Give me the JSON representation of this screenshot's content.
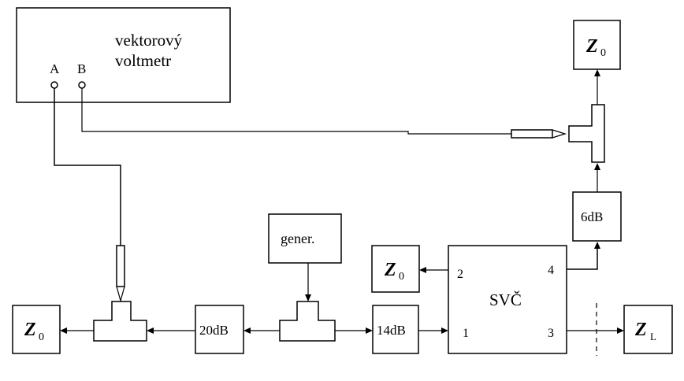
{
  "voltmeter": {
    "line1": "vektorový",
    "line2": "voltmetr",
    "port_a": "A",
    "port_b": "B"
  },
  "blocks": {
    "z0_top": {
      "main": "Z",
      "sub": "0"
    },
    "z0_mid": {
      "main": "Z",
      "sub": "0"
    },
    "z0_left": {
      "main": "Z",
      "sub": "0"
    },
    "zl": {
      "main": "Z",
      "sub": "L"
    },
    "att_6db": "6dB",
    "att_20db": "20dB",
    "att_14db": "14dB",
    "generator": "gener."
  },
  "coupler": {
    "name": "SVČ",
    "port1": "1",
    "port2": "2",
    "port3": "3",
    "port4": "4"
  }
}
